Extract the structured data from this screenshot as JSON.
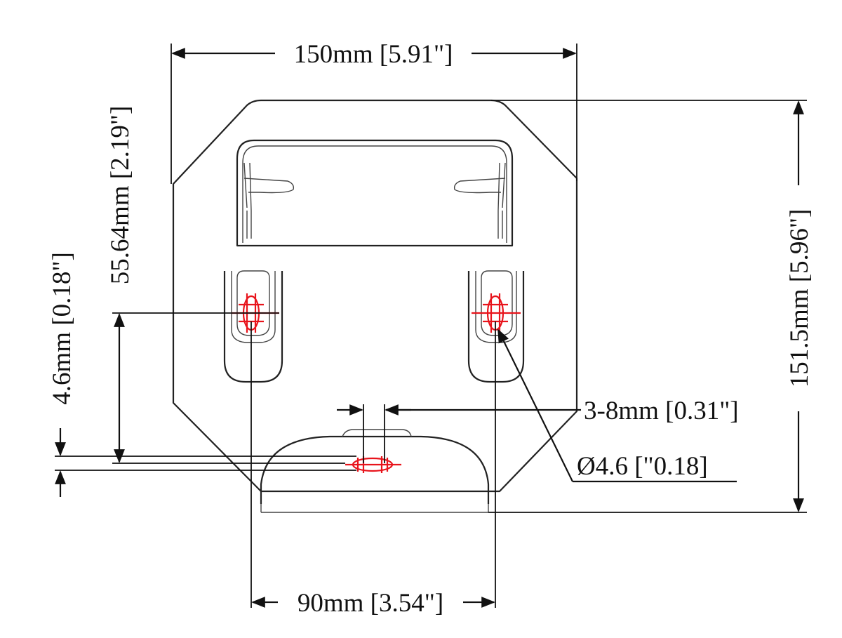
{
  "dimensions": {
    "overall_width": "150mm [5.91\"]",
    "overall_height": "151.5mm [5.96\"]",
    "upper_slot_height": "55.64mm [2.19\"]",
    "lower_slot_height": "4.6mm [0.18\"]",
    "slot_width": "3-8mm [0.31\"]",
    "hole_diameter": "Ø4.6 [\"0.18]",
    "hole_spacing": "90mm [3.54\"]"
  },
  "colors": {
    "outline": "#222222",
    "dimension_lines": "#111111",
    "hole_markers": "#e8141c",
    "background": "#ffffff"
  }
}
